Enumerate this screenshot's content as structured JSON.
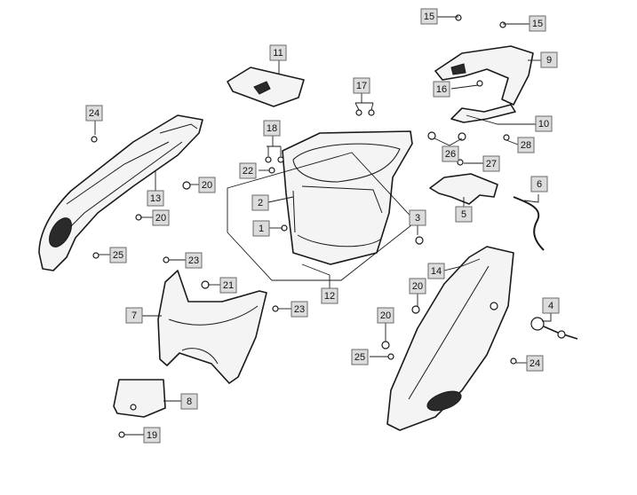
{
  "diagram": {
    "callouts": [
      {
        "id": "c15a",
        "label": "15"
      },
      {
        "id": "c15b",
        "label": "15"
      },
      {
        "id": "c11",
        "label": "11"
      },
      {
        "id": "c9",
        "label": "9"
      },
      {
        "id": "c17",
        "label": "17"
      },
      {
        "id": "c16",
        "label": "16"
      },
      {
        "id": "c24a",
        "label": "24"
      },
      {
        "id": "c18",
        "label": "18"
      },
      {
        "id": "c10",
        "label": "10"
      },
      {
        "id": "c26",
        "label": "26"
      },
      {
        "id": "c28",
        "label": "28"
      },
      {
        "id": "c27",
        "label": "27"
      },
      {
        "id": "c22",
        "label": "22"
      },
      {
        "id": "c20a",
        "label": "20"
      },
      {
        "id": "c13",
        "label": "13"
      },
      {
        "id": "c2",
        "label": "2"
      },
      {
        "id": "c6",
        "label": "6"
      },
      {
        "id": "c5",
        "label": "5"
      },
      {
        "id": "c20b",
        "label": "20"
      },
      {
        "id": "c3",
        "label": "3"
      },
      {
        "id": "c1",
        "label": "1"
      },
      {
        "id": "c25a",
        "label": "25"
      },
      {
        "id": "c23a",
        "label": "23"
      },
      {
        "id": "c14",
        "label": "14"
      },
      {
        "id": "c21",
        "label": "21"
      },
      {
        "id": "c20c",
        "label": "20"
      },
      {
        "id": "c12",
        "label": "12"
      },
      {
        "id": "c4",
        "label": "4"
      },
      {
        "id": "c23b",
        "label": "23"
      },
      {
        "id": "c7",
        "label": "7"
      },
      {
        "id": "c20d",
        "label": "20"
      },
      {
        "id": "c25b",
        "label": "25"
      },
      {
        "id": "c24b",
        "label": "24"
      },
      {
        "id": "c8",
        "label": "8"
      },
      {
        "id": "c19",
        "label": "19"
      }
    ]
  }
}
